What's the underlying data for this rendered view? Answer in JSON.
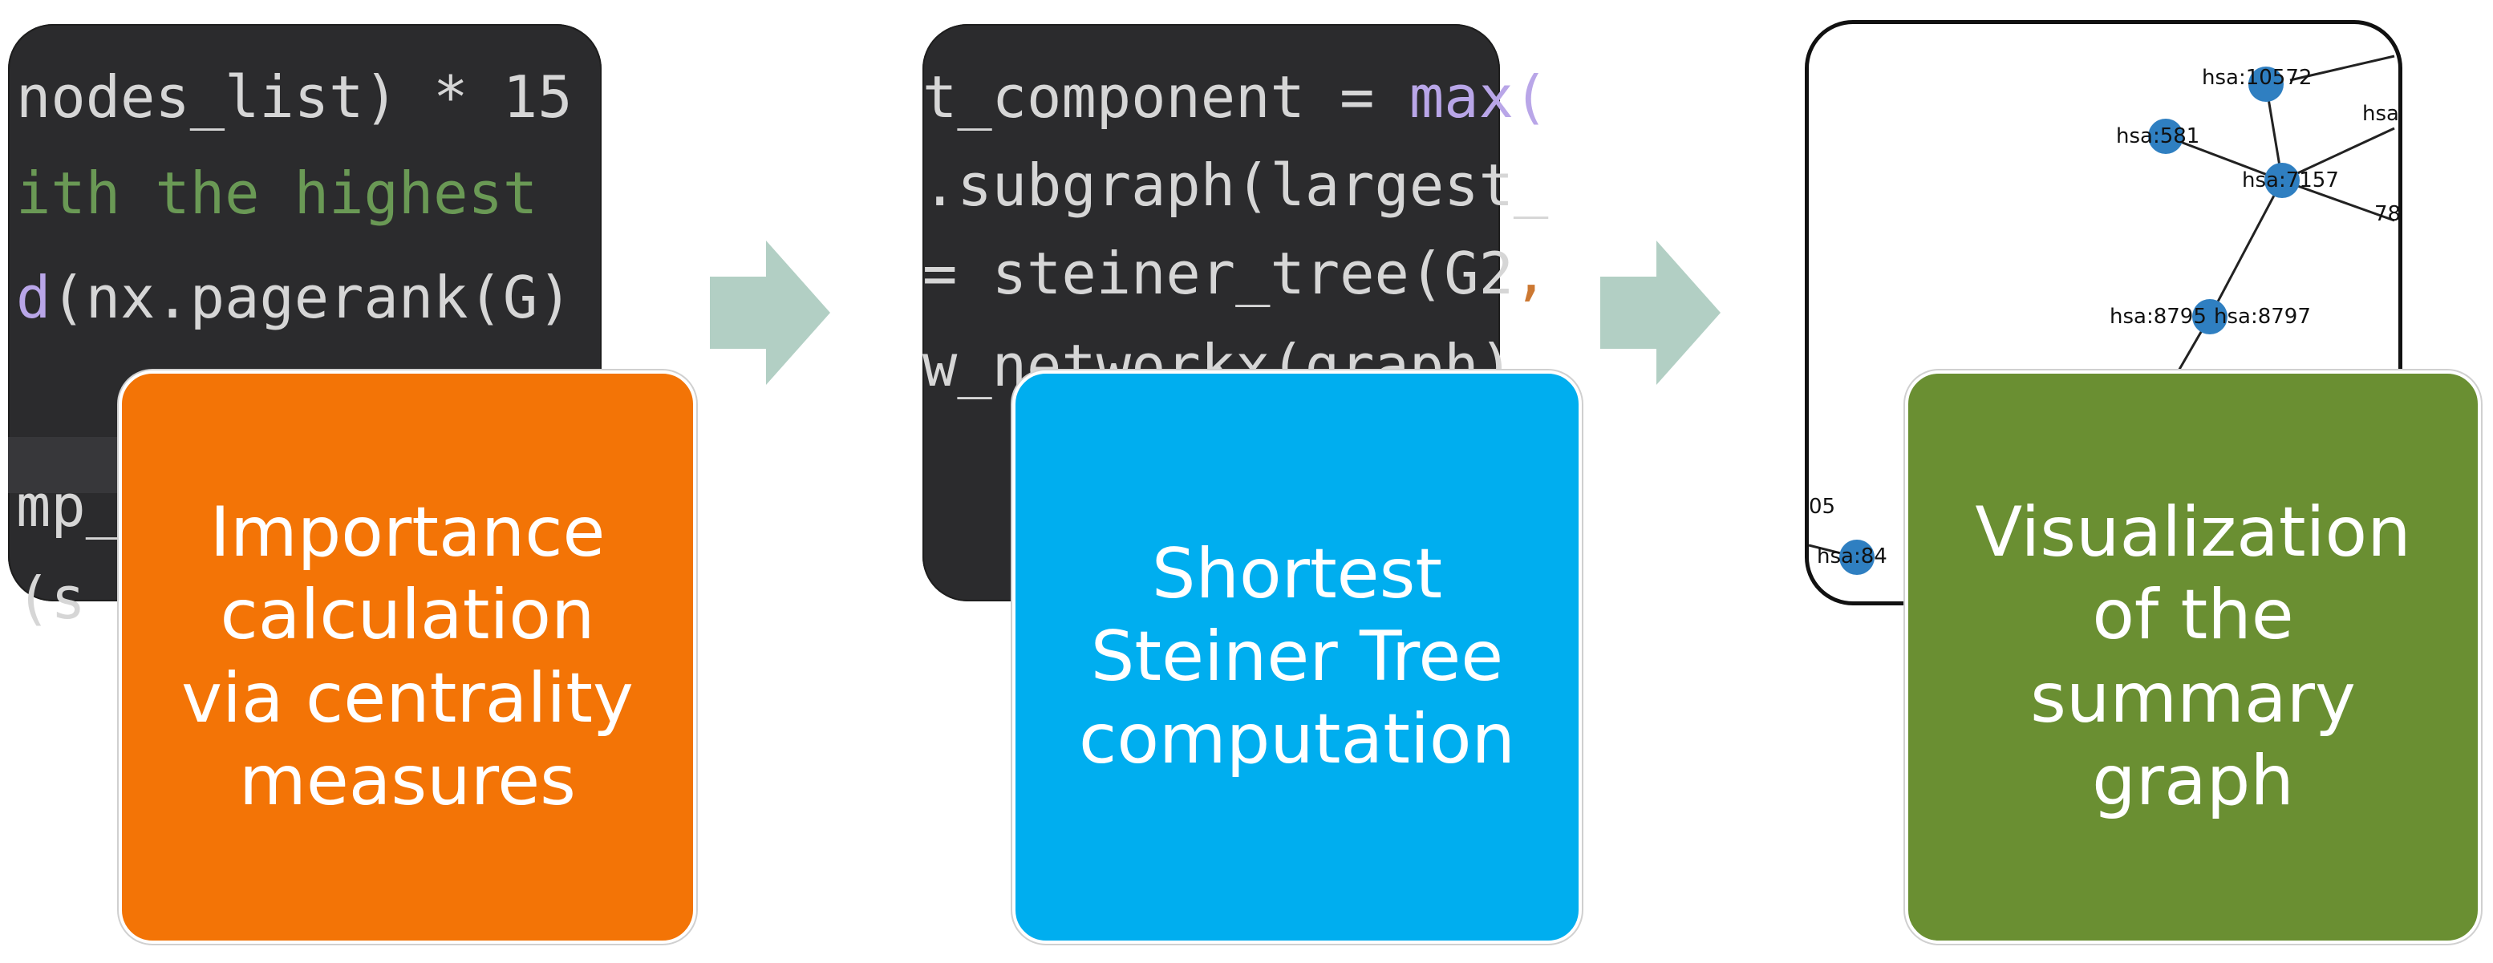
{
  "panels": {
    "code1": {
      "lines": [
        {
          "parts": [
            {
              "t": "nodes_list) * 15",
              "c": "plain"
            }
          ]
        },
        {
          "parts": [
            {
              "t": "ith the highest",
              "c": "comment"
            }
          ]
        },
        {
          "parts": [
            {
              "t": "d",
              "c": "fn"
            },
            {
              "t": "(nx.pagerank(G)",
              "c": "plain"
            }
          ]
        },
        {
          "parts": [
            {
              "t": "mp_",
              "c": "plain"
            }
          ]
        },
        {
          "parts": [
            {
              "t": "(s",
              "c": "plain"
            }
          ]
        }
      ]
    },
    "code2": {
      "lines": [
        {
          "parts": [
            {
              "t": "t_component = ",
              "c": "plain"
            },
            {
              "t": "max(",
              "c": "fn"
            }
          ]
        },
        {
          "parts": [
            {
              "t": ".subgraph(largest_",
              "c": "plain"
            }
          ]
        },
        {
          "parts": [
            {
              "t": "= steiner_tree(G2",
              "c": "plain"
            },
            {
              "t": ",",
              "c": "orange"
            }
          ]
        },
        {
          "parts": [
            {
              "t": "w_networkx(graph)",
              "c": "plain"
            }
          ]
        }
      ]
    },
    "graph": {
      "node_labels": [
        "hsa:10572",
        "hsa:581",
        "hsa:7157",
        "hsa:8795",
        "hsa:8797",
        "hsa:84",
        "05",
        "hsa",
        "78"
      ],
      "node_color": "#2f7fc1"
    }
  },
  "steps": [
    {
      "label": [
        "Importance",
        "calculation",
        "via centrality",
        "measures"
      ],
      "color": "#f37406"
    },
    {
      "label": [
        "Shortest",
        "Steiner Tree",
        "computation"
      ],
      "color": "#00aeef"
    },
    {
      "label": [
        "Visualization",
        "of the",
        "summary",
        "graph"
      ],
      "color": "#6a8f32"
    }
  ],
  "arrow_color": "#b2cfc4"
}
